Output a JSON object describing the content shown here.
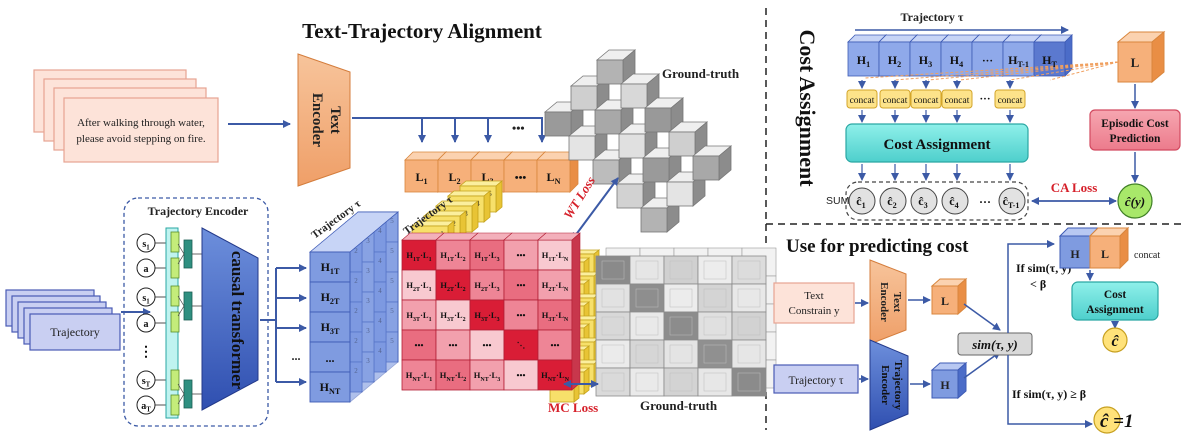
{
  "left": {
    "title": "Text-Trajectory Alignment",
    "text_card": [
      "After walking through water,",
      "please avoid stepping on fire."
    ],
    "text_encoder": [
      "Text",
      "Encoder"
    ],
    "text_tokens": [
      "L1",
      "L2",
      "L3",
      "•••",
      "LN"
    ],
    "ellipsis": "•••",
    "gt_top": "Ground-truth",
    "gt_bottom": "Ground-truth",
    "wt_loss": "WT Loss",
    "mc_loss": "MC Loss",
    "traj_encoder_title": "Trajectory Encoder",
    "causal_transformer": "causal transformer",
    "traj_card": "Trajectory",
    "traj_tau_1": "Trajectory τ",
    "traj_tau_2": "Trajectory τ",
    "seq_labels": [
      "s1",
      "a",
      "s1",
      "a",
      "sT",
      "aT"
    ],
    "h_column": [
      "H1T",
      "H2T",
      "H3T",
      "...",
      "HNT"
    ],
    "matrix_rows": [
      [
        "H1T·L1",
        "H1T·L2",
        "H1T·L3",
        "•••",
        "H1T·LN"
      ],
      [
        "H2T·L1",
        "H2T·L2",
        "H2T·L3",
        "•••",
        "H2T·LN"
      ],
      [
        "H3T·L1",
        "H3T·L2",
        "H3T·L3",
        "•••",
        "H3T·LN"
      ],
      [
        "•••",
        "•••",
        "•••",
        "⋱",
        "•••"
      ],
      [
        "HNT·L1",
        "HNT·L2",
        "HNT·L3",
        "•••",
        "HNT·LN"
      ]
    ]
  },
  "cost_assignment": {
    "title": "Cost Assignment",
    "trajectory_label": "Trajectory τ",
    "h_tokens": [
      "H1",
      "H2",
      "H3",
      "H4",
      "···",
      "HT-1",
      "HT"
    ],
    "l_token": "L",
    "concat": "concat",
    "dots": "···",
    "cost_box": "Cost Assignment",
    "episodic_box": [
      "Episodic Cost",
      "Prediction"
    ],
    "sum": "SUM",
    "c_hats": [
      "ĉ1",
      "ĉ2",
      "ĉ3",
      "ĉ4",
      "···",
      "ĉT-1"
    ],
    "ca_loss": "CA Loss",
    "c_y": "ĉ(y)"
  },
  "predict": {
    "title": "Use for predicting cost",
    "text_constrain": [
      "Text",
      "Constrain y"
    ],
    "text_encoder": [
      "Text",
      "Encoder"
    ],
    "l_token": "L",
    "trajectory_input": "Trajectory τ",
    "trajectory_encoder": [
      "Trajectory",
      "Encoder"
    ],
    "h_token": "H",
    "sim": "sim(τ, y)",
    "cond_lt": [
      "If sim(τ, y)",
      "< β"
    ],
    "cond_ge": "If sim(τ, y) ≥ β",
    "h_top": "H",
    "l_top": "L",
    "concat": "concat",
    "cost_box": [
      "Cost",
      "Assignment"
    ],
    "c_hat": "ĉ",
    "c_eq": "ĉ =1"
  }
}
